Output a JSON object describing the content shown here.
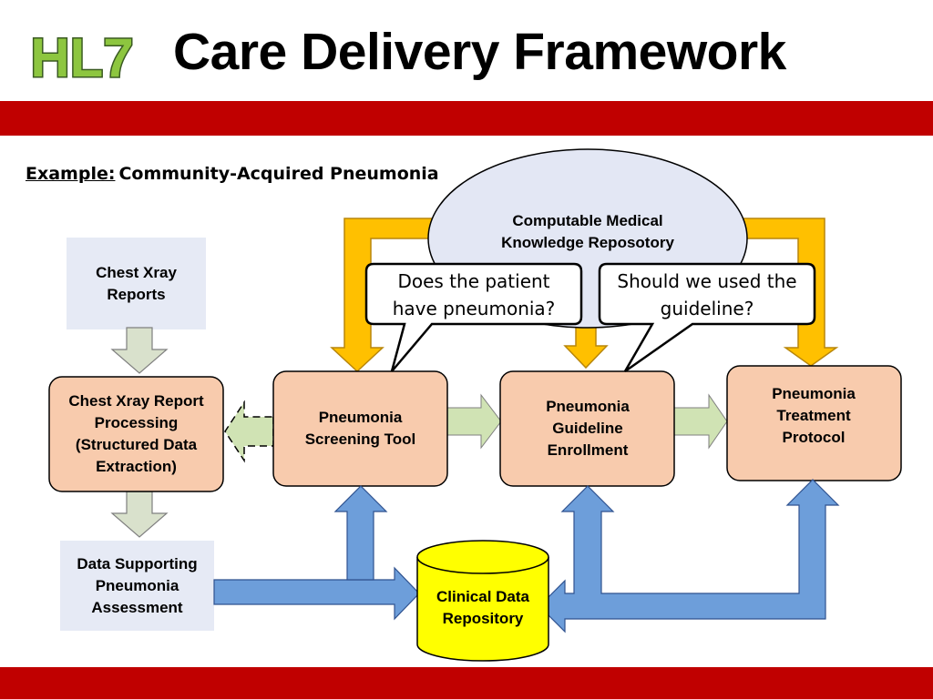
{
  "header": {
    "logo_text": "HL7",
    "title": "Care Delivery Framework"
  },
  "example": {
    "label": "Example:",
    "text": "Community-Acquired Pneumonia"
  },
  "colors": {
    "band": "#c00000",
    "process_box": "#f8cbad",
    "input_box": "#e6eaf5",
    "knowledge_cloud": "#e3e7f4",
    "repository": "#ffff00",
    "blue_arrow": "#6d9eda",
    "gold_arrow": "#ffc000",
    "green_arrow": "#d0e3b4",
    "gray_arrow": "#d9e1cc"
  },
  "nodes": {
    "knowledge_repository": "Computable Medical Knowledge Reposotory",
    "chest_xray_reports": "Chest Xray Reports",
    "chest_xray_processing": "Chest Xray Report Processing (Structured Data Extraction)",
    "data_supporting": "Data Supporting Pneumonia Assessment",
    "screening_tool": "Pneumonia Screening Tool",
    "guideline_enrollment": "Pneumonia Guideline Enrollment",
    "treatment_protocol": "Pneumonia Treatment Protocol",
    "clinical_repository": "Clinical Data Repository"
  },
  "callouts": {
    "question_1": "Does the patient have pneumonia?",
    "question_2": "Should we used the guideline?"
  }
}
